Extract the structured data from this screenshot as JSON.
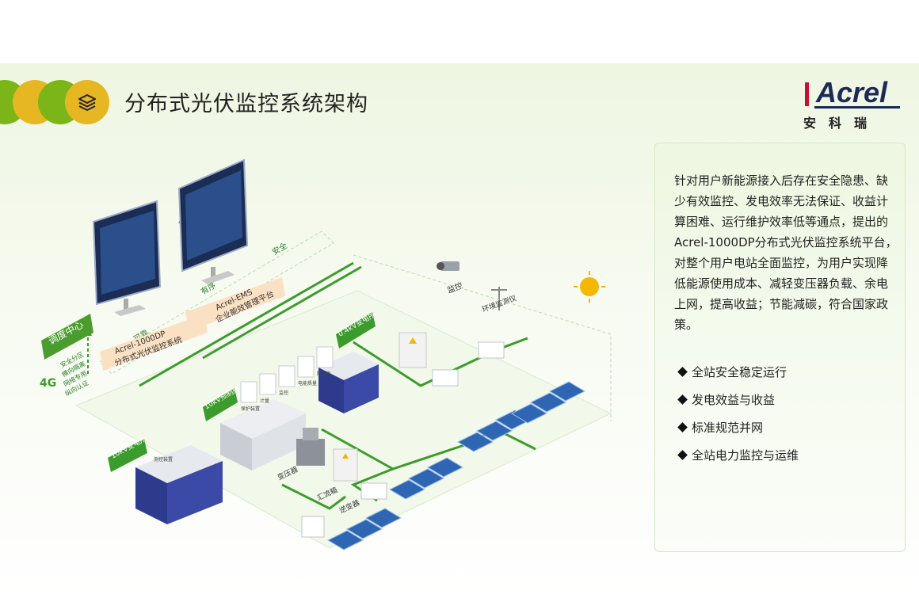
{
  "header": {
    "title": "分布式光伏监控系统架构",
    "layers_icon": "layers-icon"
  },
  "logo": {
    "brand": "Acrel",
    "cn_text": "安科瑞",
    "accent_color": "#c8102e",
    "text_color": "#1d2a56"
  },
  "diagram": {
    "monitor_left_label": [
      "Acrel-1000DP",
      "分布式光伏监控系统"
    ],
    "monitor_right_label": [
      "Acrel-EMS",
      "企业能效管理平台"
    ],
    "dispatch_center": "调度中心",
    "dispatch_features": [
      "安全分区",
      "横向隔离",
      "网络专用",
      "纵向认证"
    ],
    "net_4g": "4G",
    "tag_10kv_station": "10kV变电所",
    "tag_10kv_cabinet": "10kV预制舱",
    "tag_04kv_station": "0.4kV变电所",
    "band_labels": [
      "有序",
      "安全",
      "可靠"
    ],
    "device_labels": [
      "保护装置",
      "计量",
      "监控",
      "电能质量",
      "防孤岛",
      "测控装置"
    ],
    "transformer": "变压器",
    "combiner": "汇流箱",
    "inverter": "逆变器",
    "camera_label": "监控",
    "weather_label": "环境监测仪",
    "accent_green": "#3b9c2c",
    "cabinet_blue": "#2e3a8c"
  },
  "panel": {
    "description": "针对用户新能源接入后存在安全隐患、缺少有效监控、发电效率无法保证、收益计算困难、运行维护效率低等通点，提出的Acrel-1000DP分布式光伏监控系统平台，对整个用户电站全面监控，为用户实现降低能源使用成本、减轻变压器负载、余电上网，提高收益；节能减碳，符合国家政策。",
    "bullets": [
      "全站安全稳定运行",
      "发电效益与收益",
      "标准规范并网",
      "全站电力监控与运维"
    ]
  }
}
